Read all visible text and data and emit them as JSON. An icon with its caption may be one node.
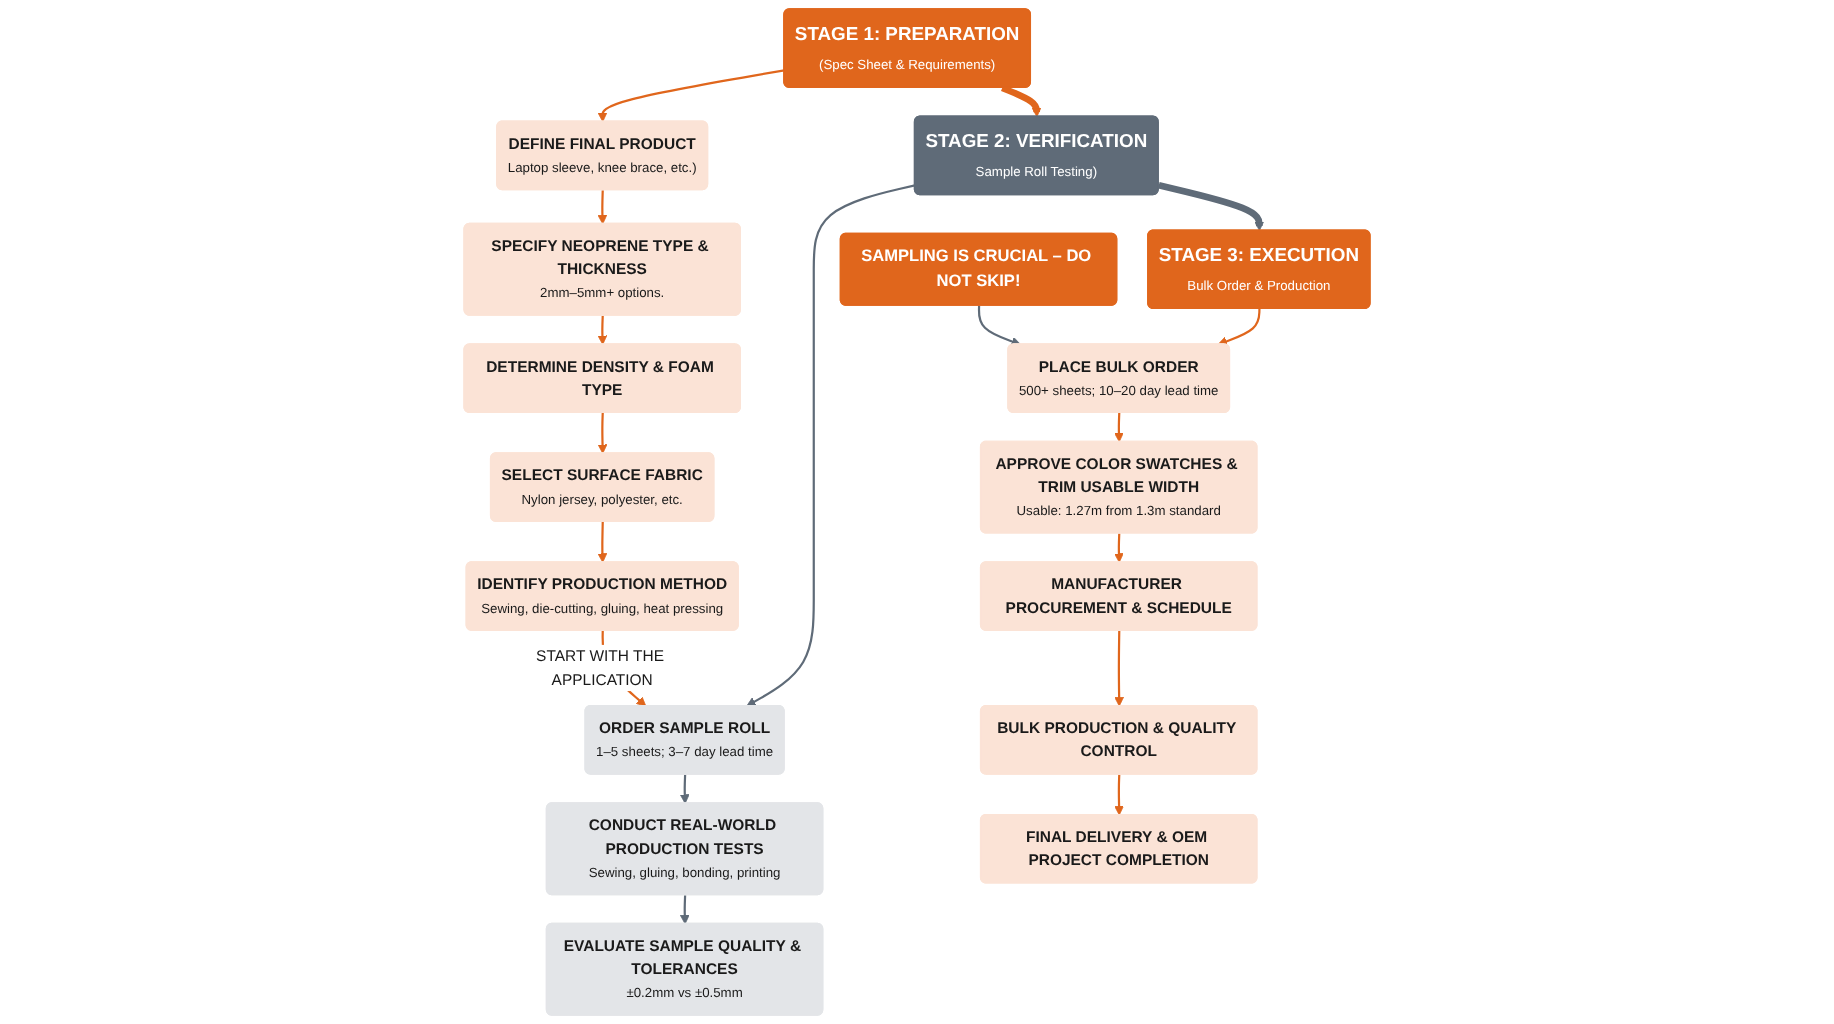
{
  "diagram": {
    "nodes": [
      {
        "text": [
          "STAGE 1: PREPARATION",
          "(Spec Sheet & Requirements)"
        ]
      },
      {
        "text": [
          "DEFINE FINAL PRODUCT",
          "Laptop sleeve, knee brace, etc.)"
        ]
      },
      {
        "text": [
          "SPECIFY NEOPRENE TYPE & THICKNESS",
          "2mm–5mm+ options."
        ]
      },
      {
        "text": [
          "DETERMINE DENSITY & FOAM TYPE"
        ]
      },
      {
        "text": [
          "SELECT SURFACE FABRIC",
          "Nylon jersey, polyester, etc."
        ]
      },
      {
        "text": [
          "IDENTIFY PRODUCTION METHOD",
          "Sewing, die-cutting, gluing, heat pressing"
        ]
      },
      {
        "text": [
          "STAGE 2: VERIFICATION",
          "Sample Roll Testing)"
        ]
      },
      {
        "text": [
          "ORDER SAMPLE ROLL",
          "1–5 sheets; 3–7 day lead time"
        ]
      },
      {
        "text": [
          "CONDUCT REAL-WORLD PRODUCTION TESTS",
          "Sewing, gluing, bonding, printing"
        ]
      },
      {
        "text": [
          "EVALUATE SAMPLE QUALITY & TOLERANCES",
          "±0.2mm vs ±0.5mm"
        ]
      },
      {
        "text": [
          "SAMPLING IS CRUCIAL – DO NOT SKIP!"
        ]
      },
      {
        "text": [
          "STAGE 3: EXECUTION",
          "Bulk Order & Production"
        ]
      },
      {
        "text": [
          "PLACE BULK ORDER",
          "500+ sheets; 10–20 day lead time"
        ]
      },
      {
        "text": [
          "APPROVE COLOR SWATCHES & TRIM USABLE WIDTH",
          "Usable: 1.27m from 1.3m standard"
        ]
      },
      {
        "text": [
          "MANUFACTURER PROCUREMENT & SCHEDULE"
        ]
      },
      {
        "text": [
          "BULK PRODUCTION & QUALITY CONTROL"
        ]
      },
      {
        "text": [
          "FINAL DELIVERY & OEM PROJECT COMPLETION"
        ]
      }
    ],
    "edges": [
      {
        "from": 0,
        "to": 1,
        "arrow": "to"
      },
      {
        "from": 1,
        "to": 2,
        "arrow": "to"
      },
      {
        "from": 2,
        "to": 3,
        "arrow": "to"
      },
      {
        "from": 3,
        "to": 4,
        "arrow": "to"
      },
      {
        "from": 4,
        "to": 5,
        "arrow": "to"
      },
      {
        "from": 5,
        "to": 7,
        "arrow": "to",
        "label": "START WITH THE APPLICATION"
      },
      {
        "from": 0,
        "to": 6,
        "arrow": "to",
        "style": "thick"
      },
      {
        "from": 6,
        "to": 7,
        "arrow": "to",
        "color": "#5f6b78"
      },
      {
        "from": 7,
        "to": 8,
        "arrow": "to",
        "color": "#5f6b78"
      },
      {
        "from": 8,
        "to": 9,
        "arrow": "to",
        "color": "#5f6b78"
      },
      {
        "from": 10,
        "to": 12,
        "arrow": "to",
        "color": "#5f6b78"
      },
      {
        "from": 6,
        "to": 11,
        "arrow": "to",
        "style": "thick",
        "color": "#5f6b78"
      },
      {
        "from": 11,
        "to": 12,
        "arrow": "to"
      },
      {
        "from": 12,
        "to": 13,
        "arrow": "to"
      },
      {
        "from": 13,
        "to": 14,
        "arrow": "to"
      },
      {
        "from": 14,
        "to": 15,
        "arrow": "to"
      },
      {
        "from": 15,
        "to": 16,
        "arrow": "to"
      }
    ]
  }
}
